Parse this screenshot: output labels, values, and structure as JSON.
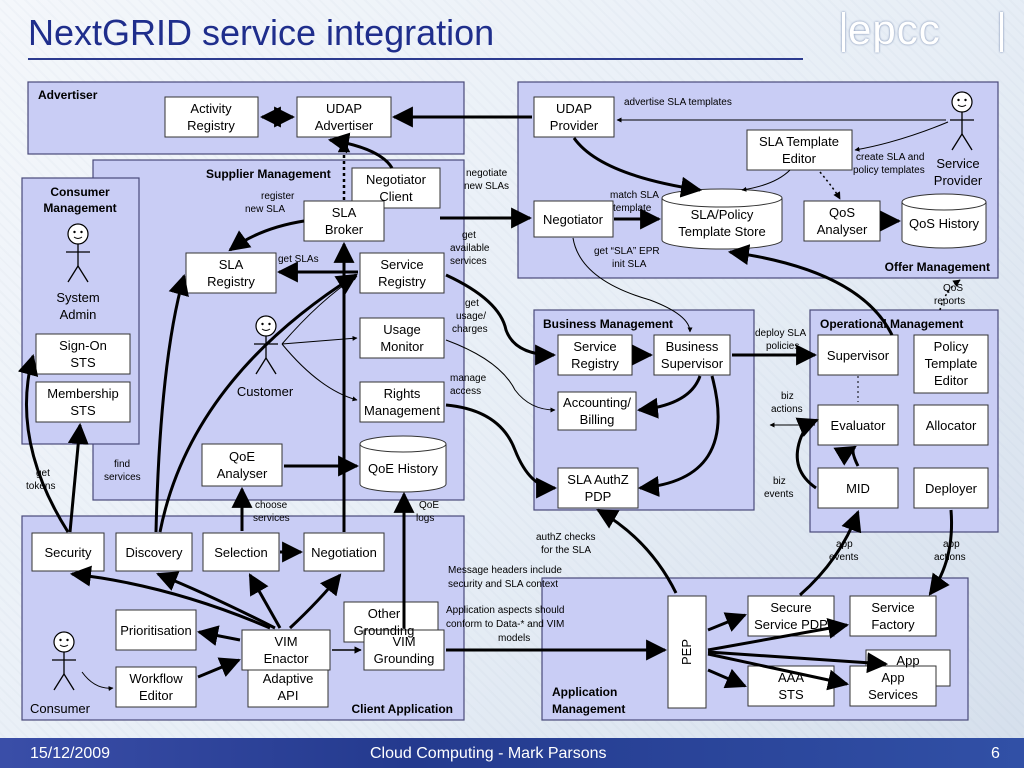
{
  "header": {
    "title": "NextGRID service integration",
    "logo": "epcc"
  },
  "footer": {
    "date": "15/12/2009",
    "center": "Cloud Computing - Mark Parsons",
    "page": "6"
  },
  "regions": {
    "advertiser": "Advertiser",
    "supplier_management": "Supplier Management",
    "consumer_management": "Consumer Management",
    "offer_management": "Offer Management",
    "business_management": "Business Management",
    "operational_management": "Operational Management",
    "client_application": "Client Application",
    "application_management": "Application Management"
  },
  "boxes": {
    "activity_registry": "Activity Registry",
    "udap_advertiser": "UDAP Advertiser",
    "udap_provider": "UDAP Provider",
    "sla_template_editor": "SLA Template Editor",
    "negotiator_client": "Negotiator Client",
    "sla_broker": "SLA Broker",
    "negotiator": "Negotiator",
    "sla_policy_template_store": "SLA/Policy Template Store",
    "qos_analyser": "QoS Analyser",
    "qos_history": "QoS History",
    "sla_registry": "SLA Registry",
    "service_registry_sm": "Service Registry",
    "usage_monitor": "Usage Monitor",
    "rights_management": "Rights Management",
    "qoe_analyser": "QoE Analyser",
    "qoe_history": "QoE History",
    "sign_on_sts": "Sign-On STS",
    "membership_sts": "Membership STS",
    "service_registry_bm": "Service Registry",
    "business_supervisor": "Business Supervisor",
    "accounting_billing": "Accounting/ Billing",
    "sla_authz_pdp": "SLA AuthZ PDP",
    "supervisor": "Supervisor",
    "policy_template_editor": "Policy Template Editor",
    "evaluator": "Evaluator",
    "allocator": "Allocator",
    "mid": "MID",
    "deployer": "Deployer",
    "security": "Security",
    "discovery": "Discovery",
    "selection": "Selection",
    "negotiation": "Negotiation",
    "prioritisation": "Prioritisation",
    "workflow_editor": "Workflow Editor",
    "vim_enactor": "VIM Enactor",
    "adaptive_api": "Adaptive API",
    "other_grounding": "Other Grounding",
    "vim_grounding": "VIM Grounding",
    "pep": "PEP",
    "secure_service_pdp": "Secure Service PDP",
    "service_factory": "Service Factory",
    "aaa_sts": "AAA STS",
    "app": "App",
    "app_services": "App Services"
  },
  "actors": {
    "system_admin": "System Admin",
    "service_provider": "Service Provider",
    "customer": "Customer",
    "consumer": "Consumer"
  },
  "labels": {
    "advertise_sla_templates": "advertise SLA  templates",
    "create_sla_and_policy_templates": "create SLA and policy templates",
    "negotiate_new_slas": "negotiate new SLAs",
    "register_new_sla": "register new SLA",
    "match_sla_template": "match SLA template",
    "get_slas": "get SLAs",
    "get_available_services": "get available services",
    "get_sla_epr_init_sla": "get \"SLA\" EPR init SLA",
    "qos_reports": "QoS reports",
    "get_usage_charges": "get usage/ charges",
    "deploy_sla_policies": "deploy SLA policies",
    "manage_access": "manage access",
    "biz_actions": "biz actions",
    "biz_events": "biz events",
    "find_services": "find services",
    "get_tokens": "get tokens",
    "choose_services": "choose services",
    "qoe_logs": "QoE logs",
    "authz_checks_for_the_sla": "authZ checks for the SLA",
    "app_events": "app events",
    "app_actions": "app actions",
    "message_headers": "Message headers include security and SLA context",
    "application_aspects": "Application aspects should conform to Data-* and VIM models"
  },
  "colors": {
    "region_fill": "#c9cdf5",
    "region_stroke": "#4a4a7a",
    "title": "#1f2e8c",
    "footer": "#2c3e94"
  }
}
